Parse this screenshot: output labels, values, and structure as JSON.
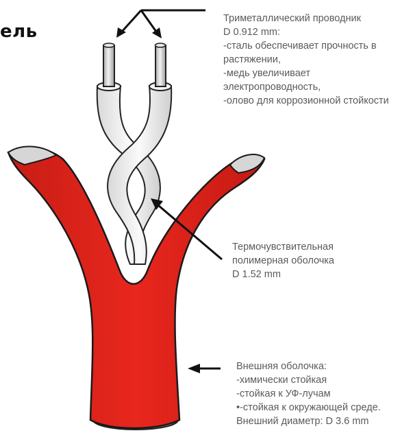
{
  "heading": "ель",
  "conductor_note": {
    "lines": [
      "Триметаллический проводник",
      "D 0.912 mm:",
      "-сталь обеспечивает прочность в",
      "растяжении,",
      "-медь увеличивает",
      "электропроводность,",
      "-олово для коррозионной стойкости"
    ]
  },
  "insulation_note": {
    "lines": [
      "Термочувствительная",
      "полимерная оболочка",
      "D 1.52 mm"
    ]
  },
  "jacket_note": {
    "lines": [
      "Внешняя оболочка:",
      "-химически стойкая",
      "-стойкая к УФ-лучам",
      "•-стойкая к окружающей среде.",
      "Внешний диаметр: D 3.6 mm"
    ]
  },
  "colors": {
    "jacket": "#e3241c",
    "jacket_shadow": "#b81812",
    "insulation": "#eeeeee",
    "conductor": "#c8c8c8",
    "arrow": "#111111",
    "note_text": "#5a5a5a"
  }
}
